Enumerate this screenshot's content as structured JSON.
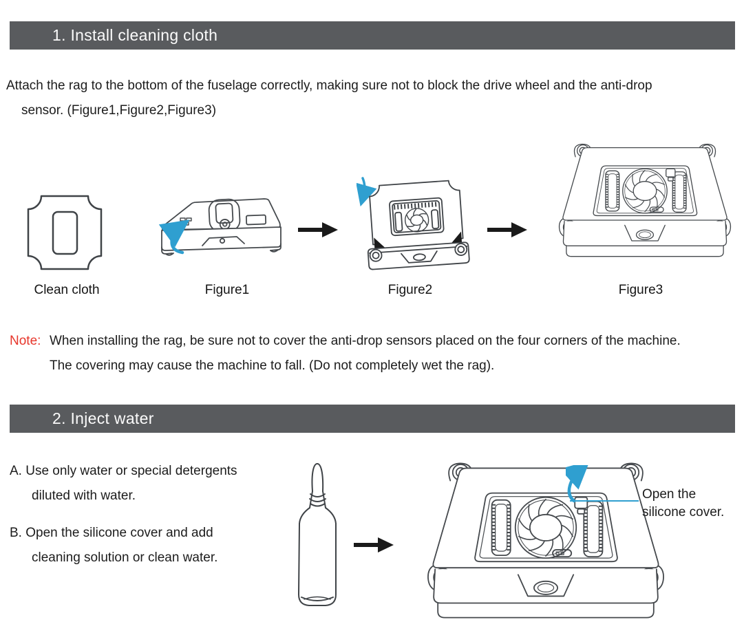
{
  "page": {
    "header_bg": "#595b5e",
    "accent_blue": "#2f9fd0",
    "note_red": "#e7362b"
  },
  "section1": {
    "header": "1.  Install cleaning cloth",
    "intro_line1": "Attach the rag to the bottom of the fuselage correctly, making sure not to block the drive wheel and the anti-drop",
    "intro_line2": "sensor. (Figure1,Figure2,Figure3)",
    "captions": [
      "Clean cloth",
      "Figure1",
      "Figure2",
      "Figure3"
    ],
    "note_label": "Note:",
    "note_line1": "When installing the rag, be sure not to cover the anti-drop sensors placed on the four corners of the machine.",
    "note_line2": "The covering may cause the machine to fall. (Do not completely wet the rag)."
  },
  "section2": {
    "header": "2. Inject water",
    "item_a_line1": "A. Use only water or special detergents",
    "item_a_line2": "diluted with water.",
    "item_b_line1": "B. Open the silicone cover and add",
    "item_b_line2": "cleaning solution or clean water.",
    "callout_line1": "Open the",
    "callout_line2": "silicone cover."
  }
}
